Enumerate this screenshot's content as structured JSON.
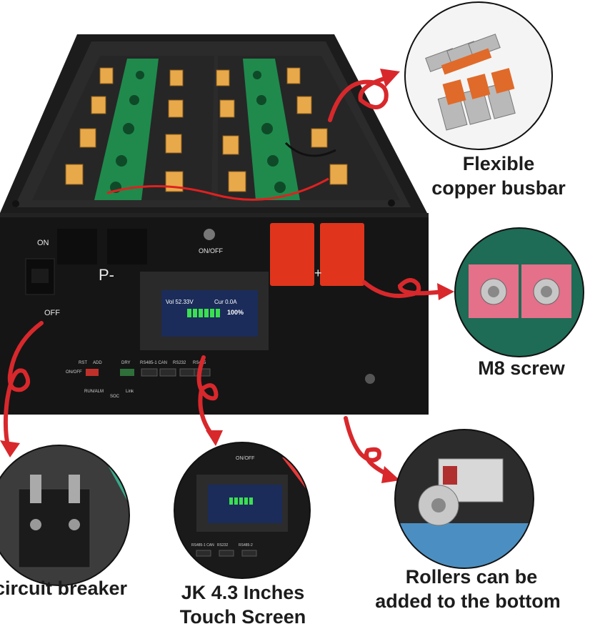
{
  "product": {
    "switch_on_label": "ON",
    "switch_off_label": "OFF",
    "neg_terminal_label": "P-",
    "pos_terminal_label": "+",
    "onoff_label": "ON/OFF",
    "screen": {
      "voltage": "Vol 52.33V",
      "current": "Cur 0.0A",
      "soc": "100%"
    },
    "ports": [
      "RST",
      "ADD",
      "DRY",
      "RS485-1 CAN",
      "RS232",
      "RS485"
    ],
    "port_labels_small": [
      "ON/OFF",
      "RUN/ALM",
      "SOC",
      "Link"
    ]
  },
  "callouts": {
    "busbar": "Flexible\ncopper busbar",
    "busbar_line1": "Flexible",
    "busbar_line2": "copper busbar",
    "screw": "M8 screw",
    "breaker": "circuit breaker",
    "screen_line1": "JK 4.3 Inches",
    "screen_line2": "Touch Screen",
    "rollers_line1": "Rollers can be",
    "rollers_line2": "added to the bottom",
    "inset_onoff": "ON/OFF",
    "inset_ports": [
      "RS485-1 CAN",
      "RS232",
      "RS485-2"
    ]
  },
  "colors": {
    "arrow": "#d8282c",
    "terminal": "#e0341c",
    "pcb": "#1f8a4c",
    "cell_tab": "#e8a94a",
    "lcd_bar": "#3ae050"
  }
}
